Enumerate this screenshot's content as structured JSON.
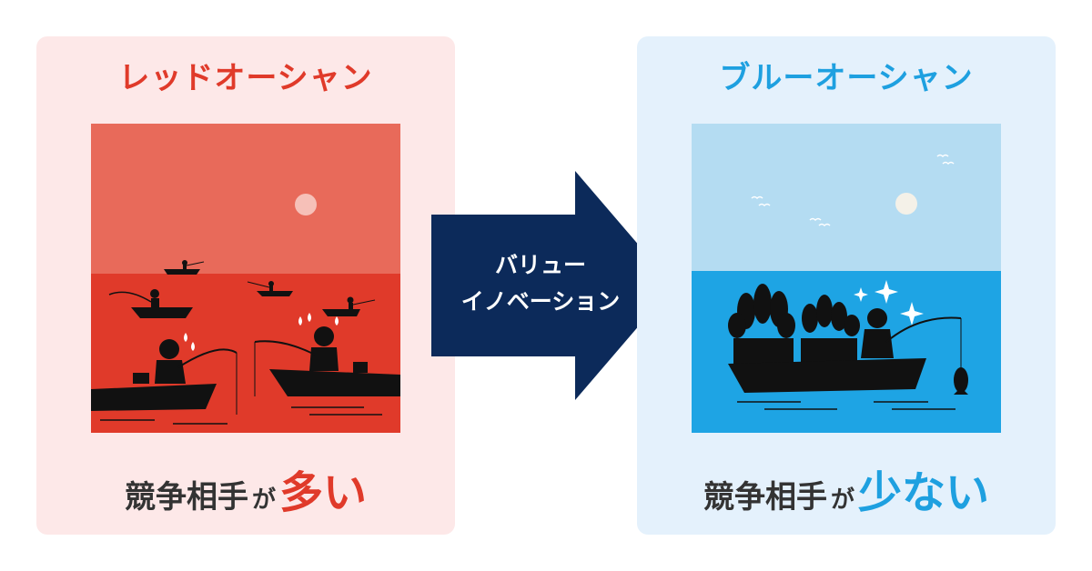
{
  "left_panel": {
    "title": "レッドオーシャン",
    "caption_main": "競争相手",
    "caption_particle": "が",
    "caption_emphasis": "多い",
    "bg_color": "#fde8e8",
    "accent_color": "#e03a2a"
  },
  "right_panel": {
    "title": "ブルーオーシャン",
    "caption_main": "競争相手",
    "caption_particle": "が",
    "caption_emphasis": "少ない",
    "bg_color": "#e4f1fc",
    "accent_color": "#1ea0e0"
  },
  "arrow": {
    "line1": "バリュー",
    "line2": "イノベーション",
    "color": "#0c2a5a"
  },
  "illustrations": {
    "left": [
      "sun-icon",
      "fishing-boat-icon",
      "sweat-drops-icon"
    ],
    "right": [
      "sun-icon",
      "birds-icon",
      "fish-basket-icon",
      "fish-icon",
      "sparkle-icon"
    ]
  }
}
